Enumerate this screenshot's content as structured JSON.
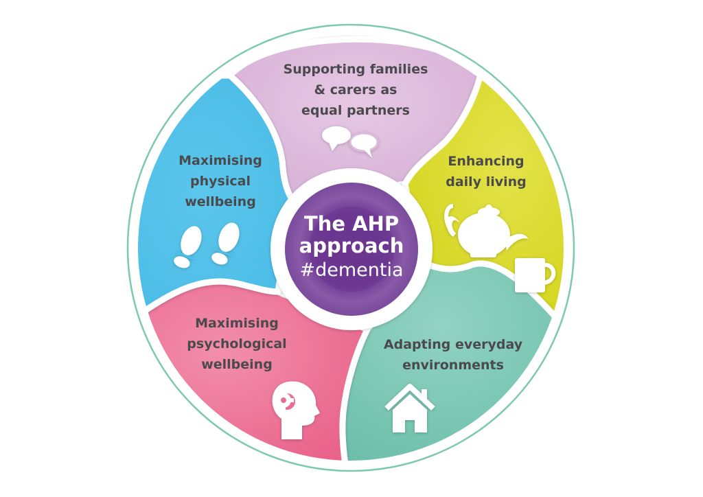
{
  "diagram": {
    "center": {
      "title_line1": "The AHP",
      "title_line2": "approach",
      "hashtag": "#dementia",
      "color": "#7b4a9a"
    },
    "outer_ring_color": "#7cc9b0",
    "segments": [
      {
        "id": "families",
        "lines": [
          "Supporting families",
          "& carers as",
          "equal partners"
        ],
        "icon": "speech-bubbles-icon",
        "color": "#dcbadb"
      },
      {
        "id": "daily-living",
        "lines": [
          "Enhancing",
          "daily living"
        ],
        "icon": "teapot-and-mug-icon",
        "color": "#dcdc2e"
      },
      {
        "id": "environments",
        "lines": [
          "Adapting everyday",
          "environments"
        ],
        "icon": "house-icon",
        "color": "#79c6b3"
      },
      {
        "id": "psychological",
        "lines": [
          "Maximising",
          "psychological",
          "wellbeing"
        ],
        "icon": "head-with-gear-icon",
        "color": "#ec6d94"
      },
      {
        "id": "physical",
        "lines": [
          "Maximising",
          "physical",
          "wellbeing"
        ],
        "icon": "footprints-icon",
        "color": "#50c0e9"
      }
    ]
  }
}
